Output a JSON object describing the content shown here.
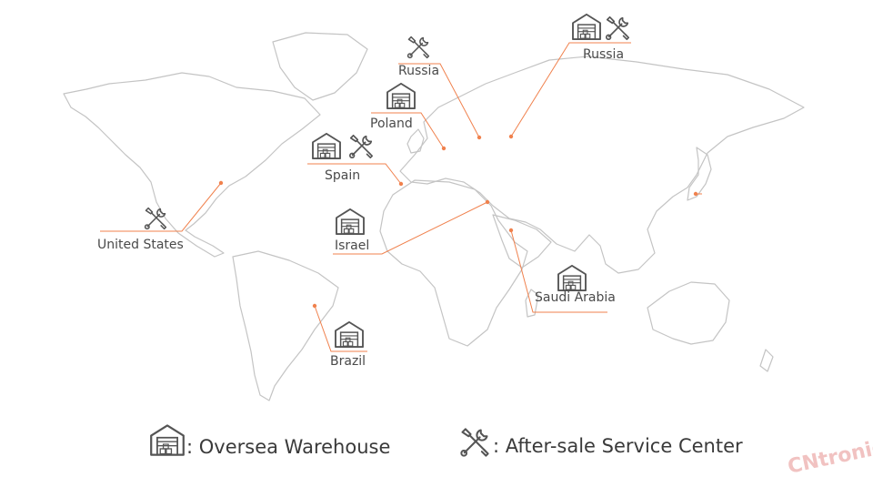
{
  "colors": {
    "accent": "#f0814d",
    "land_outline": "#c4c4c4",
    "icon": "#555555",
    "text": "#4a4a4a"
  },
  "legend": {
    "warehouse_label": ": Oversea Warehouse",
    "warehouse_icon": "warehouse-icon",
    "service_label": ": After-sale Service Center",
    "service_icon": "wrench-screwdriver-icon"
  },
  "watermark": "CNtronic",
  "locations": [
    {
      "id": "united-states",
      "label": "United States",
      "warehouse": false,
      "service": true
    },
    {
      "id": "russia-west",
      "label": "Russia",
      "warehouse": false,
      "service": true
    },
    {
      "id": "russia-east",
      "label": "Russia",
      "warehouse": true,
      "service": true
    },
    {
      "id": "poland",
      "label": "Poland",
      "warehouse": true,
      "service": false
    },
    {
      "id": "spain",
      "label": "Spain",
      "warehouse": true,
      "service": true
    },
    {
      "id": "israel",
      "label": "Israel",
      "warehouse": true,
      "service": false
    },
    {
      "id": "saudi-arabia",
      "label": "Saudi Arabia",
      "warehouse": true,
      "service": false
    },
    {
      "id": "brazil",
      "label": "Brazil",
      "warehouse": true,
      "service": false
    }
  ]
}
